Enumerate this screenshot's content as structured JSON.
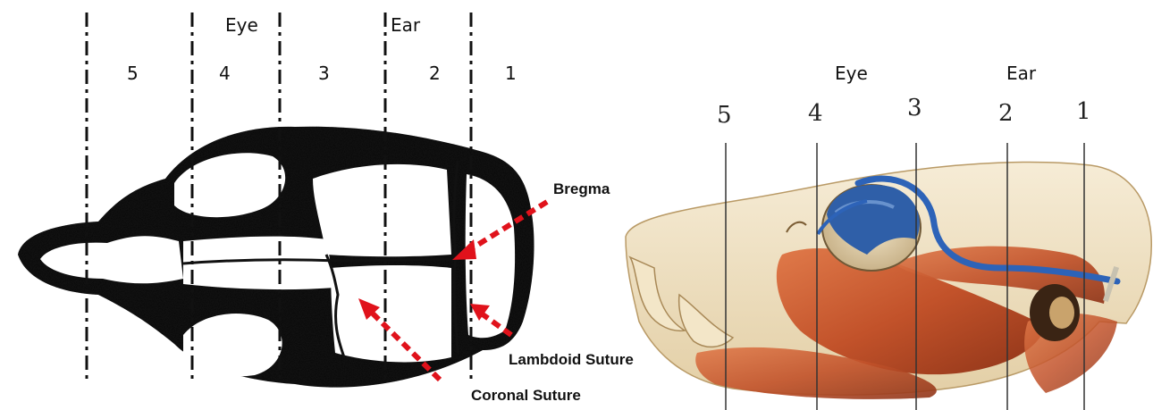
{
  "left_panel": {
    "top_labels": {
      "eye": "Eye",
      "ear": "Ear"
    },
    "zone_numbers": [
      "5",
      "4",
      "3",
      "2",
      "1"
    ],
    "annotations": {
      "bregma": "Bregma",
      "lambdoid": "Lambdoid Suture",
      "coronal": "Coronal Suture"
    },
    "arrow_color": "#e0121b"
  },
  "right_panel": {
    "top_labels": {
      "eye": "Eye",
      "ear": "Ear"
    },
    "line_numbers": [
      "5",
      "4",
      "3",
      "2",
      "1"
    ]
  }
}
